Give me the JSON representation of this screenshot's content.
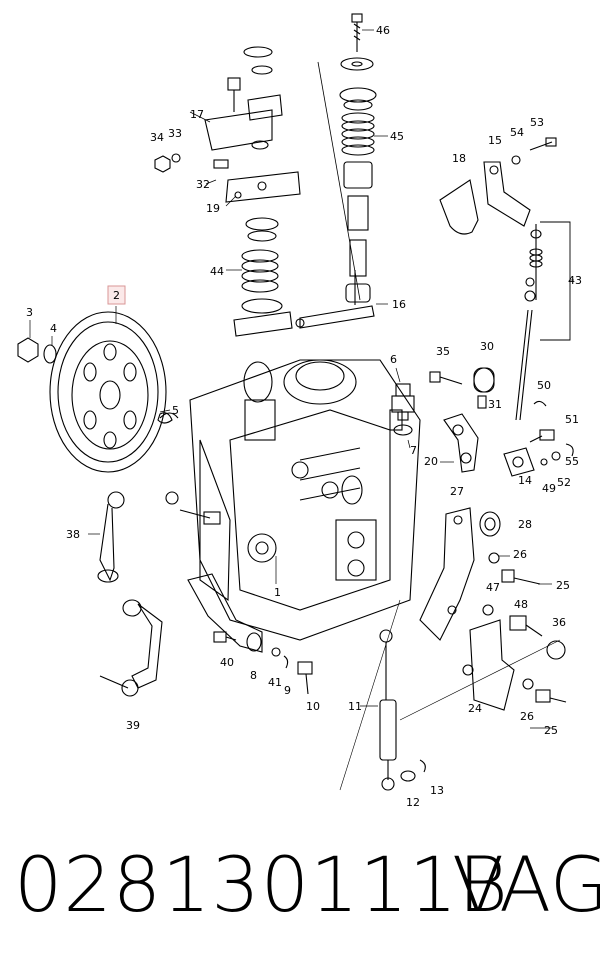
{
  "callouts": [
    "46",
    "17",
    "34",
    "33",
    "32",
    "19",
    "45",
    "18",
    "15",
    "54",
    "53",
    "44",
    "16",
    "43",
    "2",
    "3",
    "4",
    "6",
    "35",
    "30",
    "5",
    "31",
    "50",
    "51",
    "7",
    "20",
    "14",
    "49",
    "52",
    "55",
    "27",
    "28",
    "38",
    "26",
    "1",
    "47",
    "25",
    "48",
    "36",
    "40",
    "8",
    "41",
    "9",
    "10",
    "11",
    "24",
    "26",
    "39",
    "25",
    "12",
    "13"
  ],
  "highlighted_callout": "2",
  "footer": {
    "part_number": "028130111B",
    "brand": "VAG"
  }
}
